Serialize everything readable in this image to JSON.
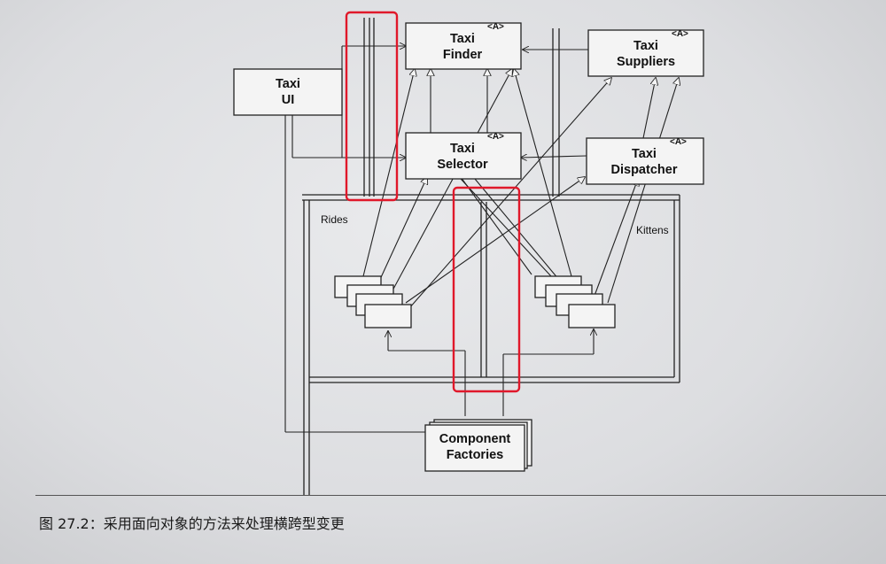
{
  "nodes": {
    "taxi_finder": "Taxi\nFinder",
    "taxi_suppliers": "Taxi\nSuppliers",
    "taxi_ui": "Taxi\nUI",
    "taxi_selector": "Taxi\nSelector",
    "taxi_dispatcher": "Taxi\nDispatcher",
    "component_factories": "Component\nFactories"
  },
  "abstract_badge": "<A>",
  "labels": {
    "rides": "Rides",
    "kittens": "Kittens"
  },
  "caption": "图 27.2：采用面向对象的方法来处理横跨型变更"
}
